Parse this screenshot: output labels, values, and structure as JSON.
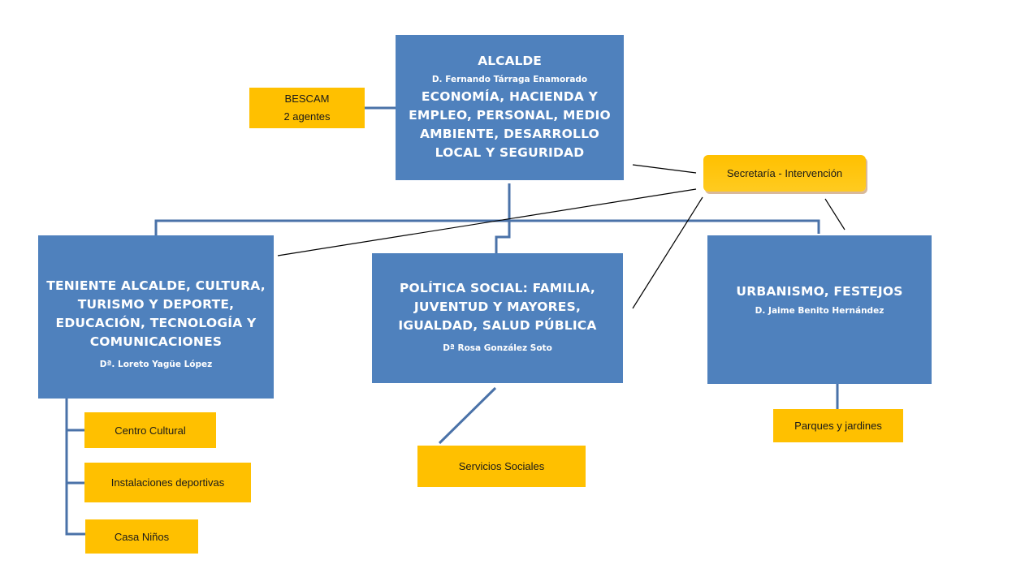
{
  "alcalde": {
    "title": "ALCALDE",
    "person": "D. Fernando Tárraga Enamorado",
    "areas": [
      "ECONOMÍA, HACIENDA Y",
      "EMPLEO, PERSONAL, MEDIO",
      "AMBIENTE,  DESARROLLO",
      "LOCAL Y SEGURIDAD"
    ]
  },
  "bescam": {
    "line1": "BESCAM",
    "line2": "2 agentes"
  },
  "secretaria": "Secretaría - Intervención",
  "teniente": {
    "areas": [
      "TENIENTE ALCALDE, CULTURA,",
      "TURISMO Y DEPORTE,",
      "EDUCACIÓN, TECNOLOGÍA Y",
      "COMUNICACIONES"
    ],
    "person": "Dª. Loreto Yagüe López",
    "units": [
      "Centro Cultural",
      "Instalaciones deportivas",
      "Casa Niños"
    ]
  },
  "politica": {
    "areas": [
      "POLÍTICA  SOCIAL: FAMILIA,",
      "JUVENTUD Y MAYORES,",
      "IGUALDAD, SALUD PÚBLICA"
    ],
    "person": "Dª Rosa González Soto",
    "units": [
      "Servicios Sociales"
    ]
  },
  "urbanismo": {
    "areas": [
      "URBANISMO,  FESTEJOS"
    ],
    "person": "D. Jaime Benito Hernández",
    "units": [
      "Parques y jardines"
    ]
  },
  "colors": {
    "blue": "#4f81bd",
    "yellow": "#ffc000",
    "connector": "#4a72a8"
  }
}
